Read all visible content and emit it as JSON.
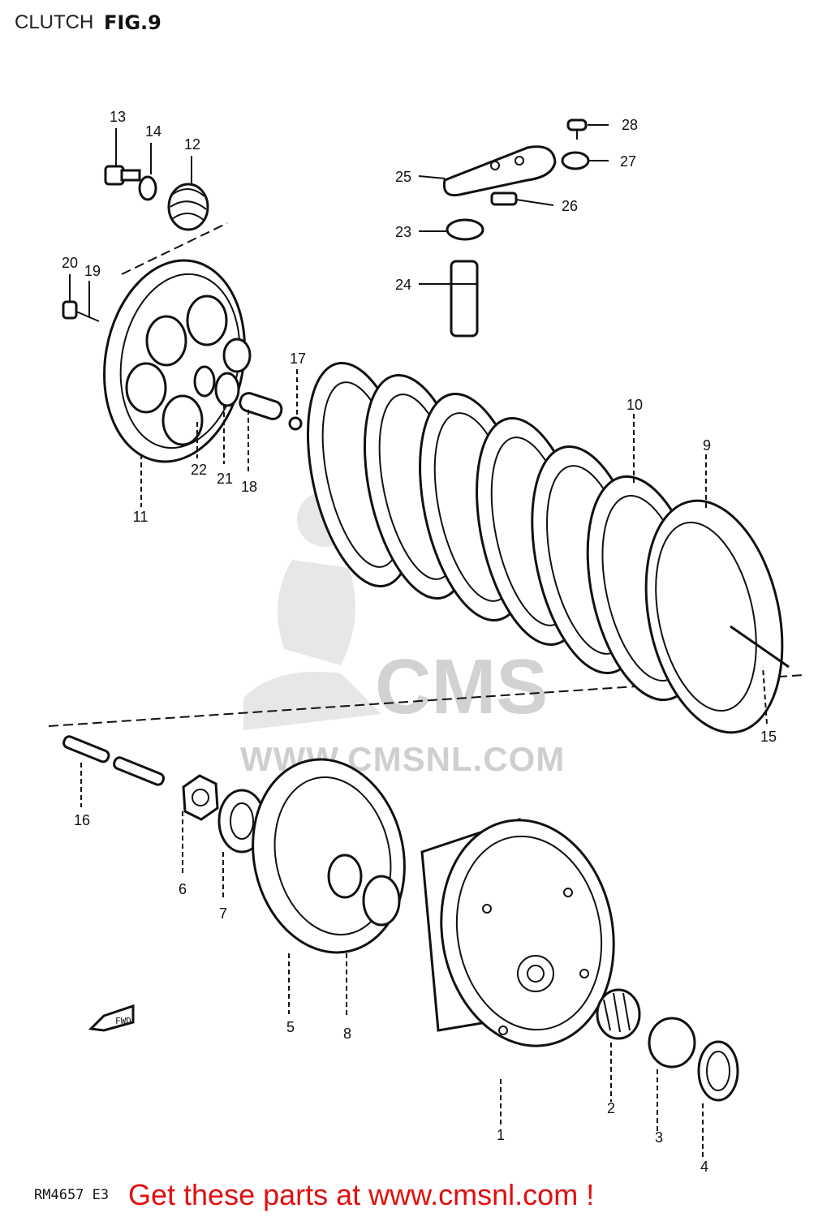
{
  "header": {
    "section_title": "CLUTCH",
    "figure_label": "FIG.9"
  },
  "watermark": {
    "logo_text": "CMS",
    "url_text": "WWW.CMSNL.COM"
  },
  "footer": {
    "model_code": "RM4657 E3",
    "promo_text": "Get these parts at www.cmsnl.com !"
  },
  "direction_label": "FWD",
  "callouts": [
    "1",
    "2",
    "3",
    "4",
    "5",
    "6",
    "7",
    "8",
    "9",
    "10",
    "11",
    "12",
    "13",
    "14",
    "15",
    "16",
    "17",
    "18",
    "19",
    "20",
    "21",
    "22",
    "23",
    "24",
    "25",
    "26",
    "27",
    "28"
  ]
}
